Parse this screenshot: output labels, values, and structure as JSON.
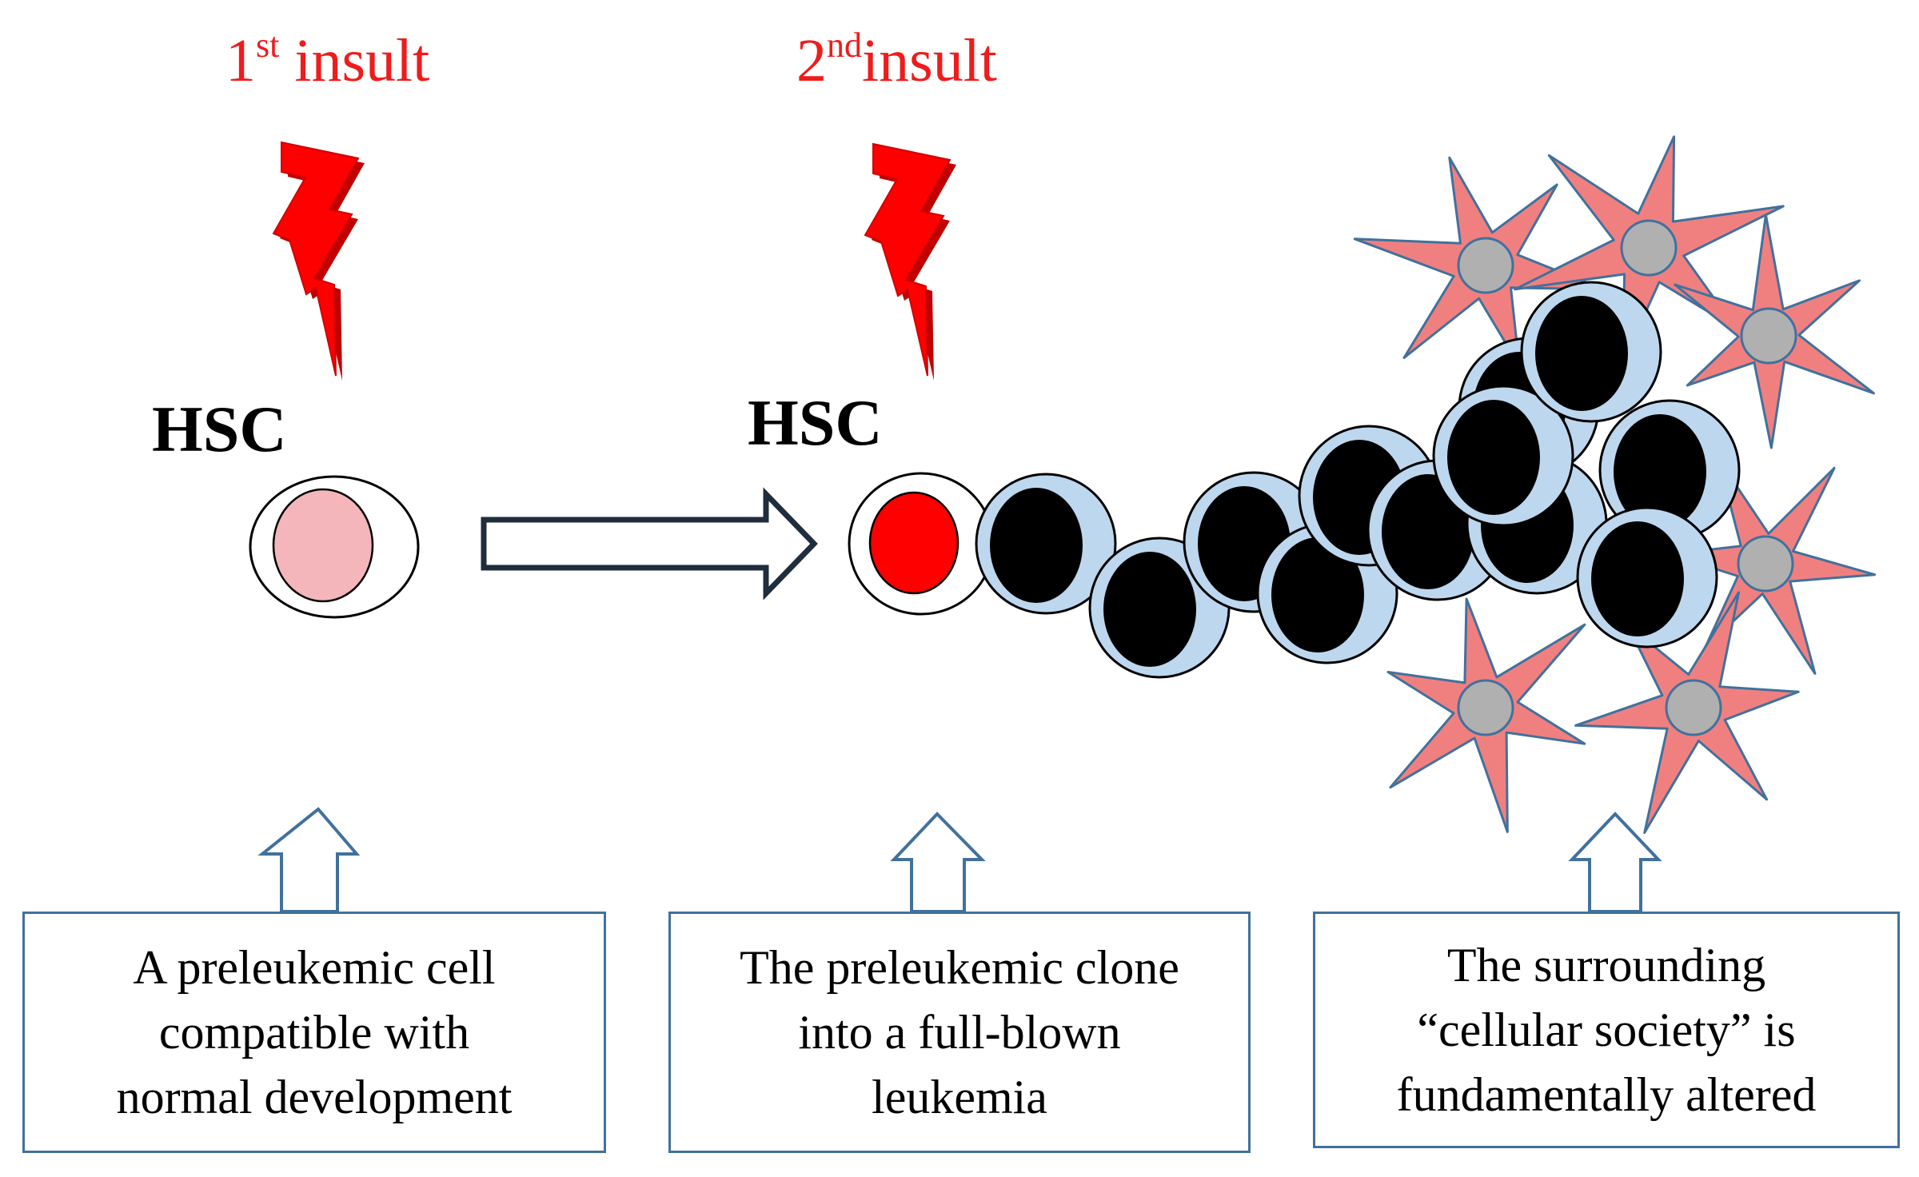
{
  "insults": [
    {
      "number": "1",
      "ordinal_suffix": "st",
      "word": "insult"
    },
    {
      "number": "2",
      "ordinal_suffix": "nd",
      "word": "insult"
    }
  ],
  "stage_labels": [
    "HSC",
    "HSC"
  ],
  "captions": [
    {
      "lines": [
        "A preleukemic cell",
        "compatible with",
        "normal development"
      ]
    },
    {
      "lines": [
        "The  preleukemic clone",
        "into a full-blown",
        "leukemia"
      ]
    },
    {
      "lines": [
        "The surrounding",
        "“cellular society” is",
        "fundamentally altered"
      ]
    }
  ],
  "colors": {
    "insult_text": "#ee1c1c",
    "lightning_fill": "#ff0000",
    "lightning_shadow": "#c00000",
    "normal_nucleus": "#f4b6ba",
    "preleukemic_nucleus": "#ff0000",
    "blast_cytoplasm": "#bdd7ee",
    "blast_nucleus": "#000000",
    "stromal_cell": "#f08080",
    "stromal_nucleus": "#b0b0b0",
    "box_border": "#41719c",
    "arrow_border": "#1f2d3d"
  }
}
